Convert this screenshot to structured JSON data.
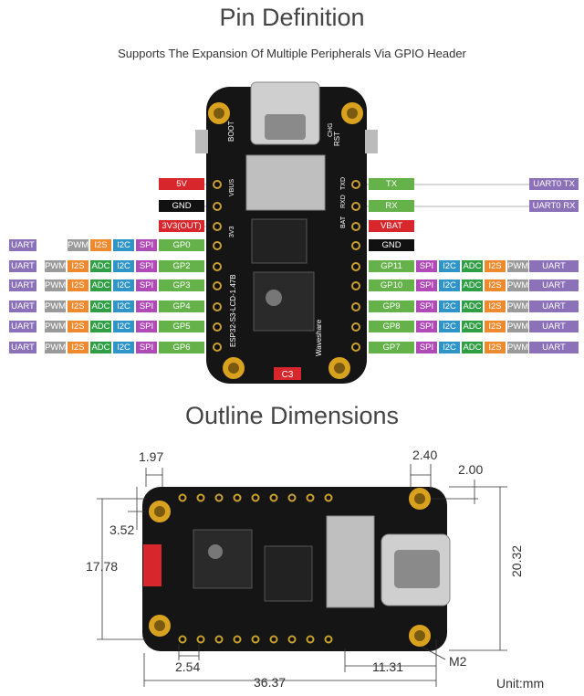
{
  "title1": "Pin Definition",
  "subtitle": "Supports The Expansion Of Multiple Peripherals Via GPIO Header",
  "title2": "Outline Dimensions",
  "colors": {
    "uart": "#8b71b8",
    "pwm": "#9a9a9a",
    "i2s": "#ee8a2d",
    "adc": "#2f9e44",
    "i2c": "#2f95c8",
    "spi": "#b04ab6",
    "gpio": "#65b24b",
    "power": "#d7262c",
    "gnd": "#111111",
    "board": "#151515"
  },
  "left_special": [
    {
      "label": "5V",
      "type": "power"
    },
    {
      "label": "GND",
      "type": "gnd"
    },
    {
      "label": "3V3(OUT)",
      "type": "power"
    }
  ],
  "left_pins": [
    {
      "gpio": "GP0",
      "funcs": [
        "UART",
        "PWM",
        "I2S",
        "I2C",
        "SPI"
      ]
    },
    {
      "gpio": "GP2",
      "funcs": [
        "UART",
        "PWM",
        "I2S",
        "ADC",
        "I2C",
        "SPI"
      ]
    },
    {
      "gpio": "GP3",
      "funcs": [
        "UART",
        "PWM",
        "I2S",
        "ADC",
        "I2C",
        "SPI"
      ]
    },
    {
      "gpio": "GP4",
      "funcs": [
        "UART",
        "PWM",
        "I2S",
        "ADC",
        "I2C",
        "SPI"
      ]
    },
    {
      "gpio": "GP5",
      "funcs": [
        "UART",
        "PWM",
        "I2S",
        "ADC",
        "I2C",
        "SPI"
      ]
    },
    {
      "gpio": "GP6",
      "funcs": [
        "UART",
        "PWM",
        "I2S",
        "ADC",
        "I2C",
        "SPI"
      ]
    }
  ],
  "right_special": [
    {
      "label": "TX",
      "type": "gpio",
      "extra": "UART0 TX"
    },
    {
      "label": "RX",
      "type": "gpio",
      "extra": "UART0 RX"
    },
    {
      "label": "VBAT",
      "type": "power"
    },
    {
      "label": "GND",
      "type": "gnd"
    }
  ],
  "right_pins": [
    {
      "gpio": "GP11",
      "funcs": [
        "SPI",
        "I2C",
        "ADC",
        "I2S",
        "PWM",
        "UART"
      ]
    },
    {
      "gpio": "GP10",
      "funcs": [
        "SPI",
        "I2C",
        "ADC",
        "I2S",
        "PWM",
        "UART"
      ]
    },
    {
      "gpio": "GP9",
      "funcs": [
        "SPI",
        "I2C",
        "ADC",
        "I2S",
        "PWM",
        "UART"
      ]
    },
    {
      "gpio": "GP8",
      "funcs": [
        "SPI",
        "I2C",
        "ADC",
        "I2S",
        "PWM",
        "UART"
      ]
    },
    {
      "gpio": "GP7",
      "funcs": [
        "SPI",
        "I2C",
        "ADC",
        "I2S",
        "PWM",
        "UART"
      ]
    }
  ],
  "board_labels": {
    "top_boot": "BOOT",
    "top_rst": "RST",
    "top_chg": "CHG",
    "top_vbus": "VBUS",
    "top_3v3": "3V3",
    "top_bat": "BAT",
    "top_rxd": "RXD",
    "top_txd": "TXD",
    "side_model": "ESP32-S3-LCD-1.47B",
    "brand": "Waveshare",
    "chip": "C3"
  },
  "dimensions": {
    "d1": "1.97",
    "d2": "2.40",
    "d3": "2.00",
    "d4": "3.52",
    "d5": "17.78",
    "d6": "20.32",
    "d7": "2.54",
    "d8": "11.31",
    "d9": "36.37",
    "hole": "M2",
    "unit": "Unit:mm"
  }
}
